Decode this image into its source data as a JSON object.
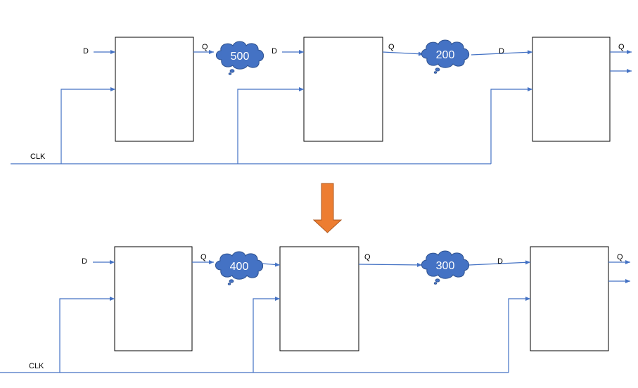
{
  "colors": {
    "wire": "#4472c4",
    "cloud_fill": "#4472c4",
    "cloud_text": "#ffffff",
    "arrow_fill": "#ed7d31",
    "arrow_stroke": "#ae5a21",
    "box_stroke": "#000000"
  },
  "labels": {
    "d": "D",
    "q": "Q",
    "clk": "CLK"
  },
  "top": {
    "delays": [
      "500",
      "200"
    ]
  },
  "bottom": {
    "delays": [
      "400",
      "300"
    ]
  },
  "transition_icon": "down-arrow-icon"
}
